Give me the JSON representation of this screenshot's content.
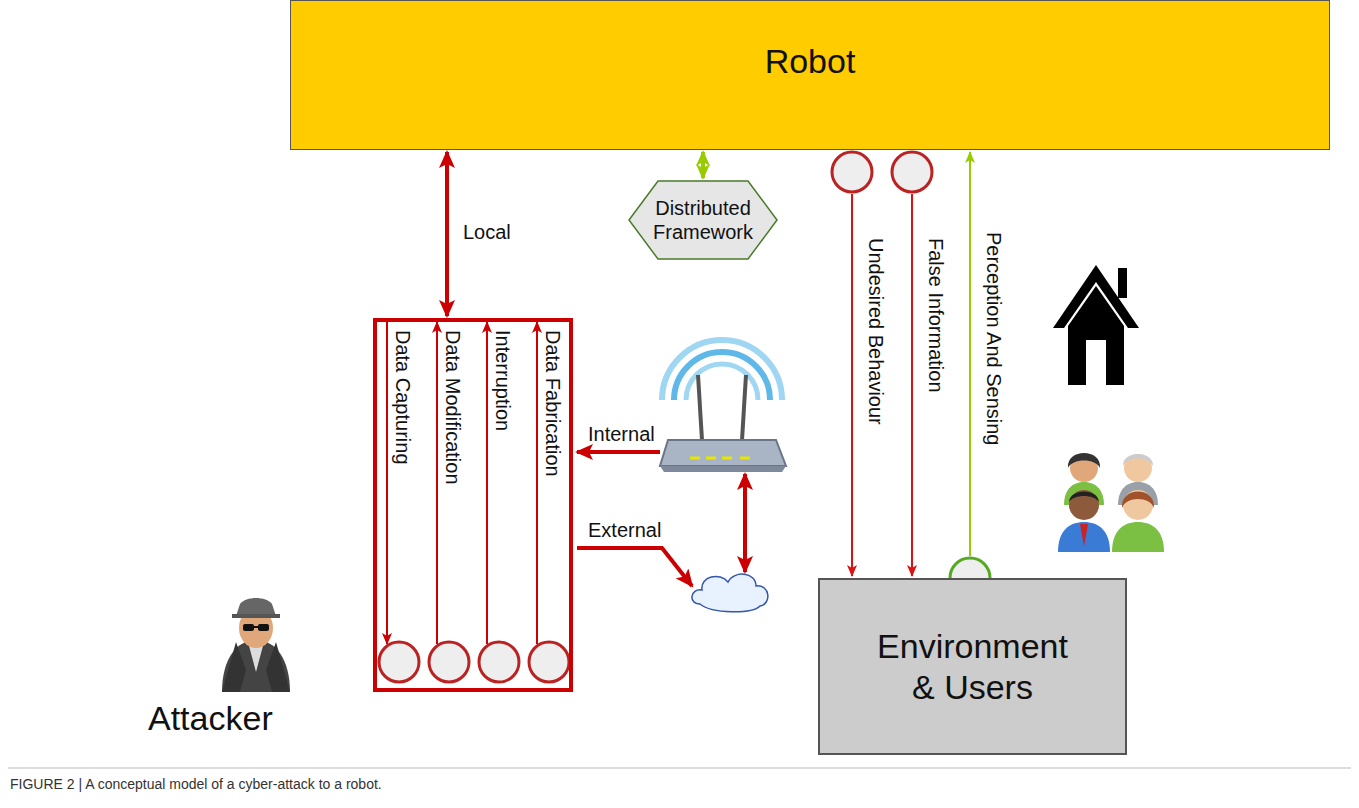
{
  "diagram": {
    "caption": "FIGURE 2 | A conceptual model of a cyber-attack to a robot.",
    "nodes": [
      {
        "text": [
          "Robot"
        ]
      },
      {
        "text": [
          "Distributed Framework"
        ]
      },
      {
        "text": [
          "Attacker"
        ]
      },
      {
        "text": [
          "Environment & Users"
        ]
      }
    ],
    "edges": [
      {
        "from": 0,
        "to": 2,
        "arrow": "both",
        "label": "Local"
      },
      {
        "from": 0,
        "to": 1,
        "arrow": "both"
      },
      {
        "from": 0,
        "to": 3,
        "arrow": "to",
        "label": "Undesired Behaviour"
      },
      {
        "from": 0,
        "to": 3,
        "arrow": "to",
        "label": "False Information"
      },
      {
        "from": 3,
        "to": 0,
        "arrow": "to",
        "label": "Perception And Sensing"
      }
    ],
    "labels": [
      "Data Capturing",
      "Data Modification",
      "Interruption",
      "Data Fabrication",
      "Internal",
      "External"
    ]
  }
}
